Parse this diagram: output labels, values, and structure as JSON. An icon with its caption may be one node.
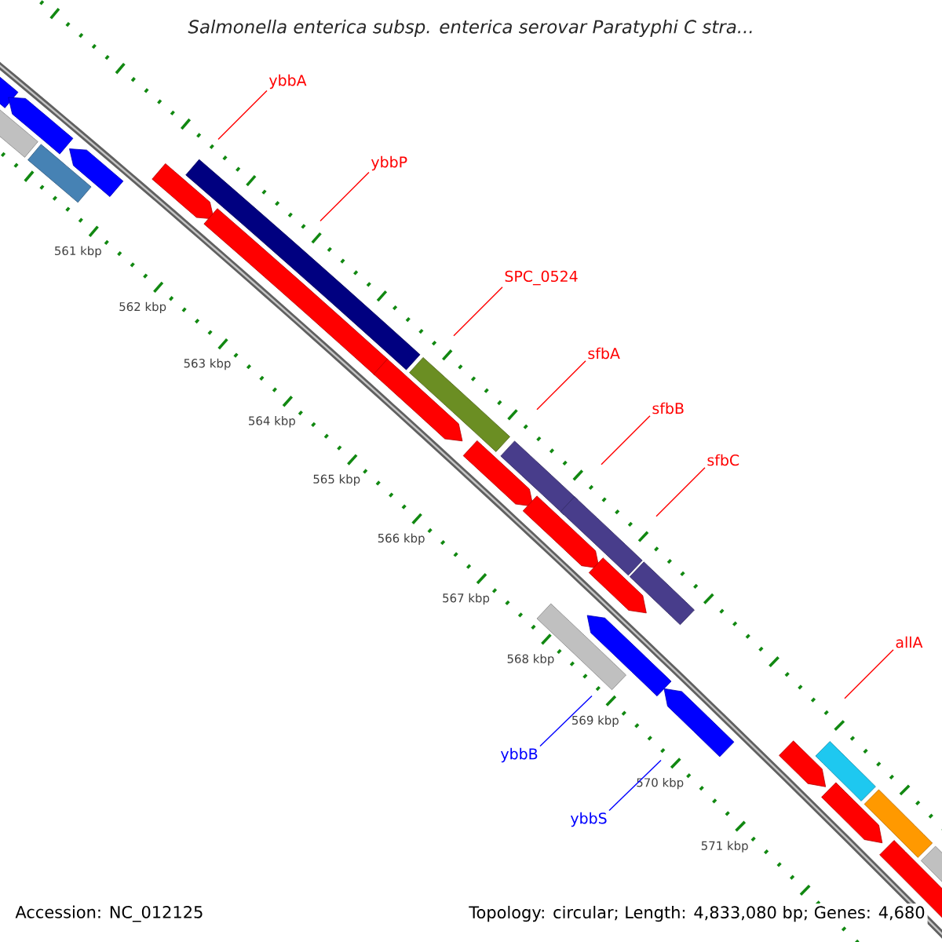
{
  "diagram": {
    "title": "Salmonella enterica subsp. enterica serovar Paratyphi C stra...",
    "nodes": [
      {
        "text": [
          "ybbA"
        ]
      },
      {
        "text": [
          "ybbP"
        ]
      },
      {
        "text": [
          "SPC_0524"
        ]
      },
      {
        "text": [
          "sfbA"
        ]
      },
      {
        "text": [
          "sfbB"
        ]
      },
      {
        "text": [
          "sfbC"
        ]
      },
      {
        "text": [
          "allA"
        ]
      },
      {
        "text": [
          "ybbB"
        ]
      },
      {
        "text": [
          "ybbS"
        ]
      }
    ],
    "edges": [
      {
        "from": 0,
        "to": null,
        "arrow": "none"
      },
      {
        "from": 1,
        "to": null,
        "arrow": "none"
      },
      {
        "from": 2,
        "to": null,
        "arrow": "none"
      },
      {
        "from": 3,
        "to": null,
        "arrow": "none"
      },
      {
        "from": 4,
        "to": null,
        "arrow": "none"
      },
      {
        "from": 5,
        "to": null,
        "arrow": "none"
      },
      {
        "from": 6,
        "to": null,
        "arrow": "none"
      },
      {
        "from": 7,
        "to": null,
        "arrow": "none",
        "color": "#0000ff"
      },
      {
        "from": 8,
        "to": null,
        "arrow": "none",
        "color": "#0000ff"
      }
    ],
    "labels": [
      "561 kbp",
      "562 kbp",
      "563 kbp",
      "564 kbp",
      "565 kbp",
      "566 kbp",
      "567 kbp",
      "568 kbp",
      "569 kbp",
      "570 kbp",
      "571 kbp",
      "Accession: NC_012125",
      "Topology: circular; Length: 4,833,080 bp; Genes: 4,680"
    ]
  }
}
